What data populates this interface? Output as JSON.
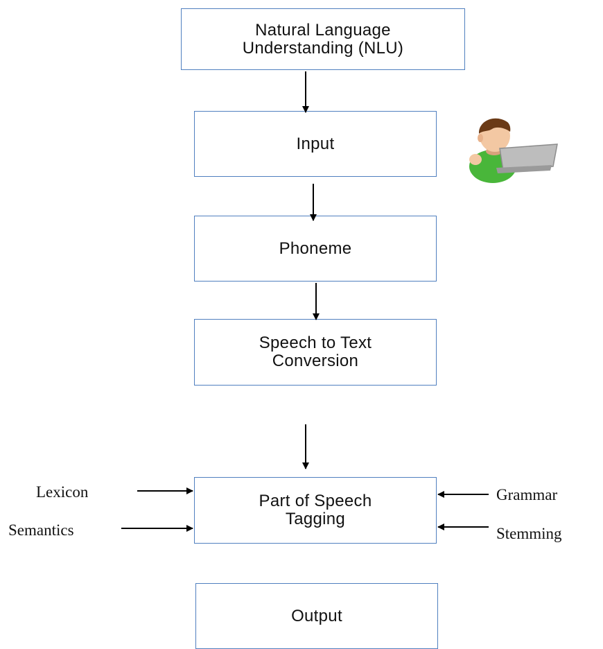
{
  "diagram": {
    "nodes": {
      "nlu": {
        "line1": "Natural Language",
        "line2": "Understanding (NLU)"
      },
      "input": {
        "label": "Input"
      },
      "phoneme": {
        "label": "Phoneme"
      },
      "stt": {
        "line1": "Speech to Text",
        "line2": "Conversion"
      },
      "pos": {
        "line1": "Part of Speech",
        "line2": "Tagging"
      },
      "output": {
        "label": "Output"
      }
    },
    "side_inputs": {
      "lexicon": "Lexicon",
      "semantics": "Semantics",
      "grammar": "Grammar",
      "stemming": "Stemming"
    },
    "figure": {
      "icon": "user-laptop-icon"
    },
    "colors": {
      "box_border": "#4f7fbf",
      "person_shirt": "#49b63a",
      "person_hair": "#6b3a16",
      "laptop": "#a8a8a8"
    }
  }
}
